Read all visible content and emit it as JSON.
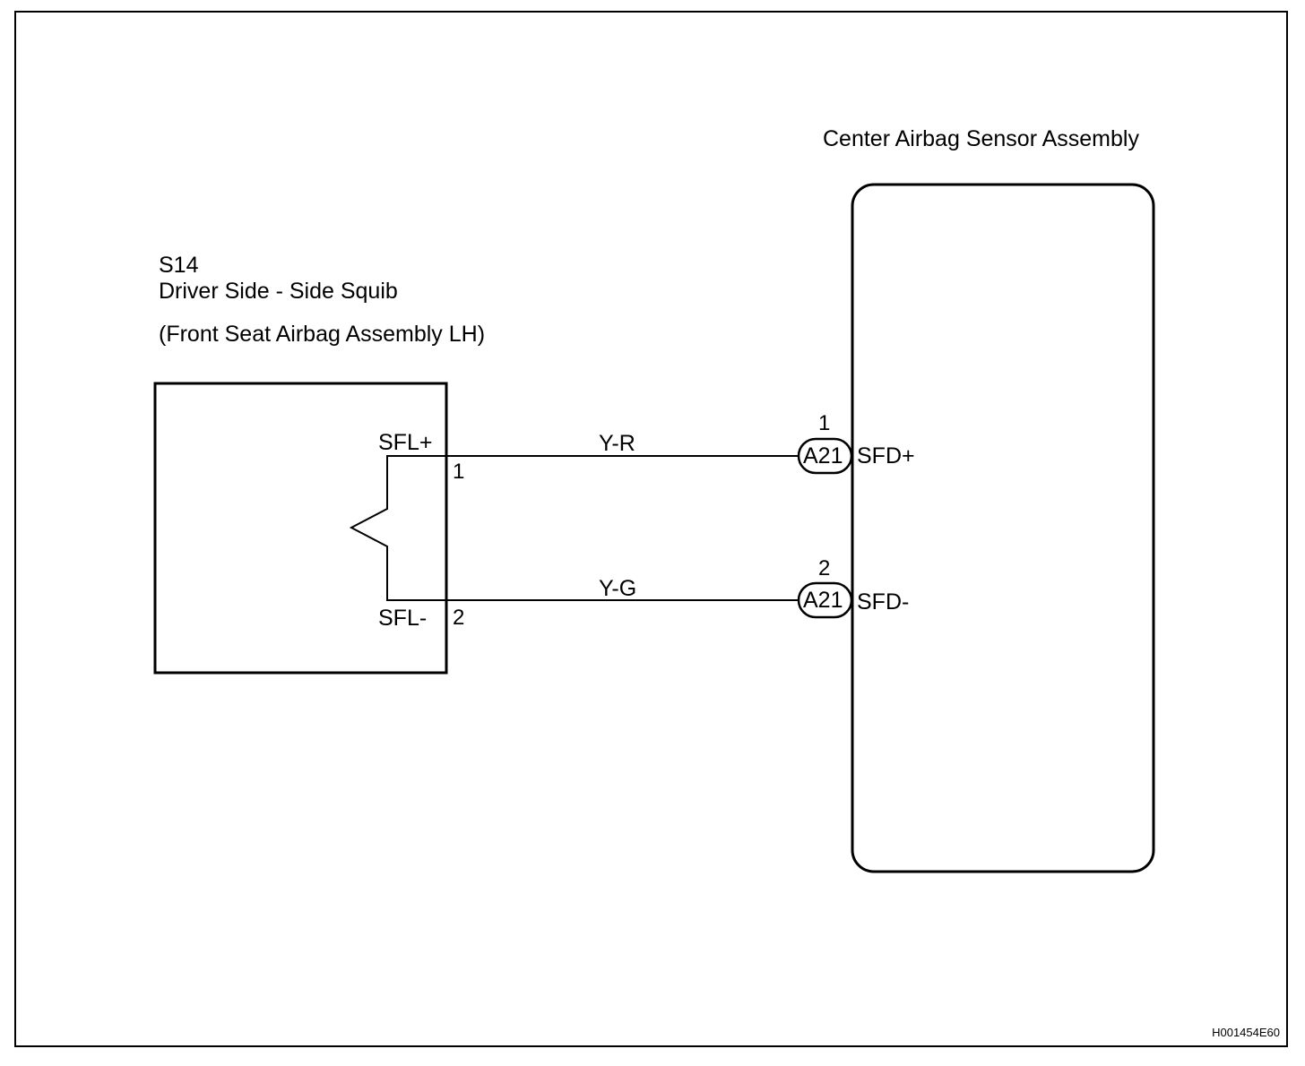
{
  "figure_id": "H001454E60",
  "squib": {
    "code": "S14",
    "name": "Driver Side - Side Squib",
    "assembly": "(Front Seat Airbag Assembly LH)",
    "terminal_pos": "SFL+",
    "terminal_neg": "SFL-",
    "pin_pos": "1",
    "pin_neg": "2"
  },
  "sensor": {
    "name": "Center Airbag Sensor Assembly",
    "terminal_pos": "SFD+",
    "terminal_neg": "SFD-",
    "connector_pos": "A21",
    "connector_neg": "A21",
    "pin_pos": "1",
    "pin_neg": "2"
  },
  "wires": [
    {
      "color_code": "Y-R"
    },
    {
      "color_code": "Y-G"
    }
  ]
}
